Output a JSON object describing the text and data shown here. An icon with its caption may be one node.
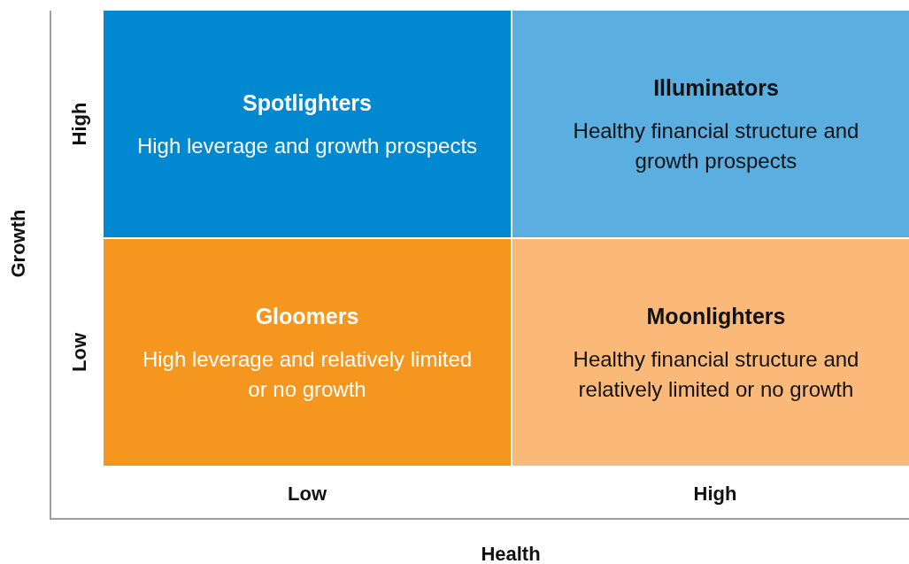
{
  "diagram": {
    "nodes": [
      {
        "text": [
          "Spotlighters",
          "High leverage and growth prospects"
        ]
      },
      {
        "text": [
          "Illuminators",
          "Healthy financial structure and growth prospects"
        ]
      },
      {
        "text": [
          "Gloomers",
          "High leverage and relatively limited or no growth"
        ]
      },
      {
        "text": [
          "Moonlighters",
          "Healthy financial structure and relatively limited or no growth"
        ]
      }
    ],
    "labels": [
      "High",
      "Low",
      "Growth",
      "Low",
      "High",
      "Health"
    ]
  }
}
